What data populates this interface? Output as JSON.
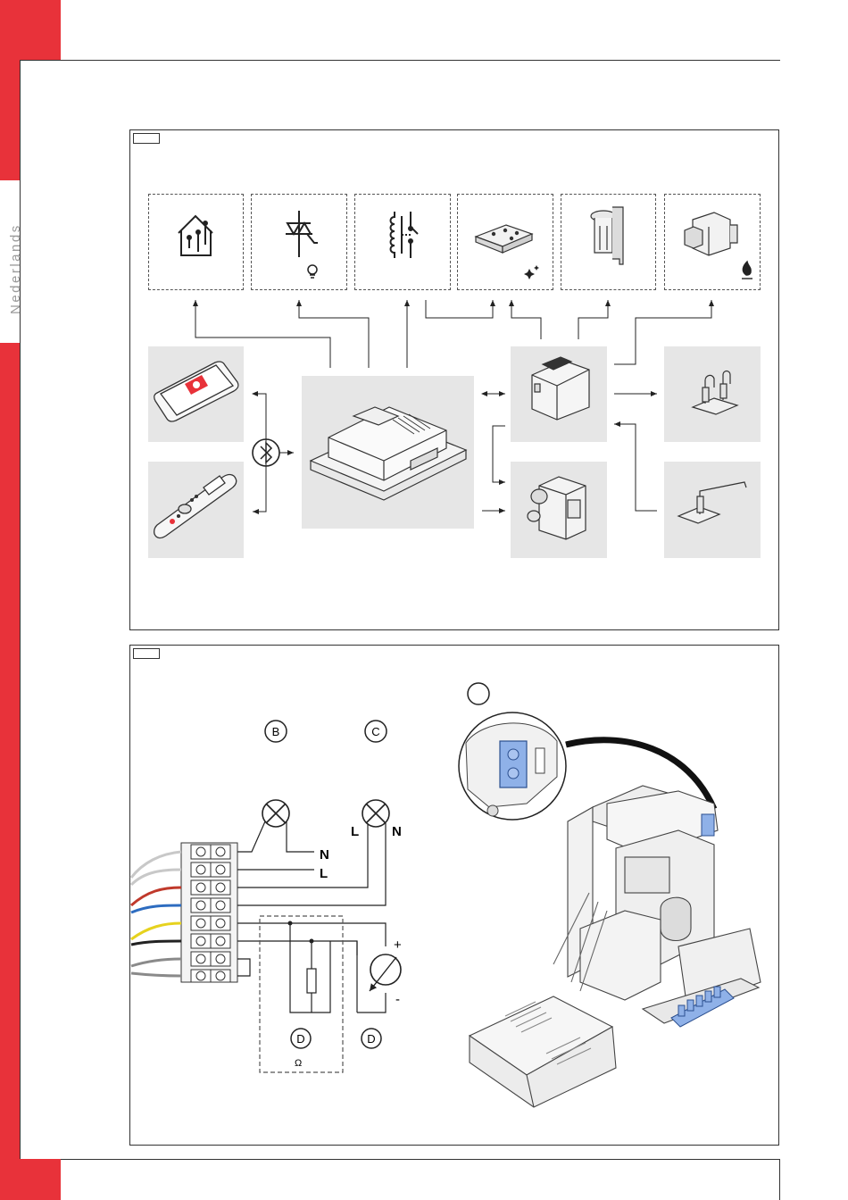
{
  "page": {
    "side_language": "Nederlands",
    "accent_color": "#e8323a"
  },
  "fig1": {
    "label_boxes": [
      {
        "name": "smart-home-box",
        "icon": "smart-home-icon"
      },
      {
        "name": "triac-light-box",
        "icon": "triac-icon",
        "sub_icon": "lightbulb-icon"
      },
      {
        "name": "relay-box",
        "icon": "relay-icon"
      },
      {
        "name": "effect-module-box",
        "icon": "effect-module-icon",
        "sub_icon": "sparkle-icon"
      },
      {
        "name": "fan-motor-box",
        "icon": "fan-motor-icon"
      },
      {
        "name": "gas-valve-box",
        "icon": "gas-valve-icon",
        "sub_icon": "flame-icon"
      }
    ],
    "components": [
      {
        "name": "smartphone-app",
        "icon": "smartphone-icon"
      },
      {
        "name": "remote-control",
        "icon": "remote-control-icon"
      },
      {
        "name": "bluetooth-link",
        "icon": "bluetooth-icon"
      },
      {
        "name": "receiver-controller",
        "icon": "controller-box-icon"
      },
      {
        "name": "control-module",
        "icon": "module-icon"
      },
      {
        "name": "gas-control",
        "icon": "gas-control-icon"
      },
      {
        "name": "ignition-electrode",
        "icon": "electrode-icon"
      },
      {
        "name": "thermocouple-sensor",
        "icon": "sensor-icon"
      }
    ]
  },
  "fig2": {
    "callouts": {
      "a": "",
      "b": "B",
      "c": "C",
      "d1": "D",
      "d2": "D"
    },
    "terminal_labels": {
      "n_lamp_b": "N",
      "l_lamp_b": "L",
      "l_lamp_c": "L",
      "n_lamp_c": "N"
    },
    "meter_plus": "+",
    "meter_minus": "-",
    "ohm_symbol": "Ω"
  }
}
